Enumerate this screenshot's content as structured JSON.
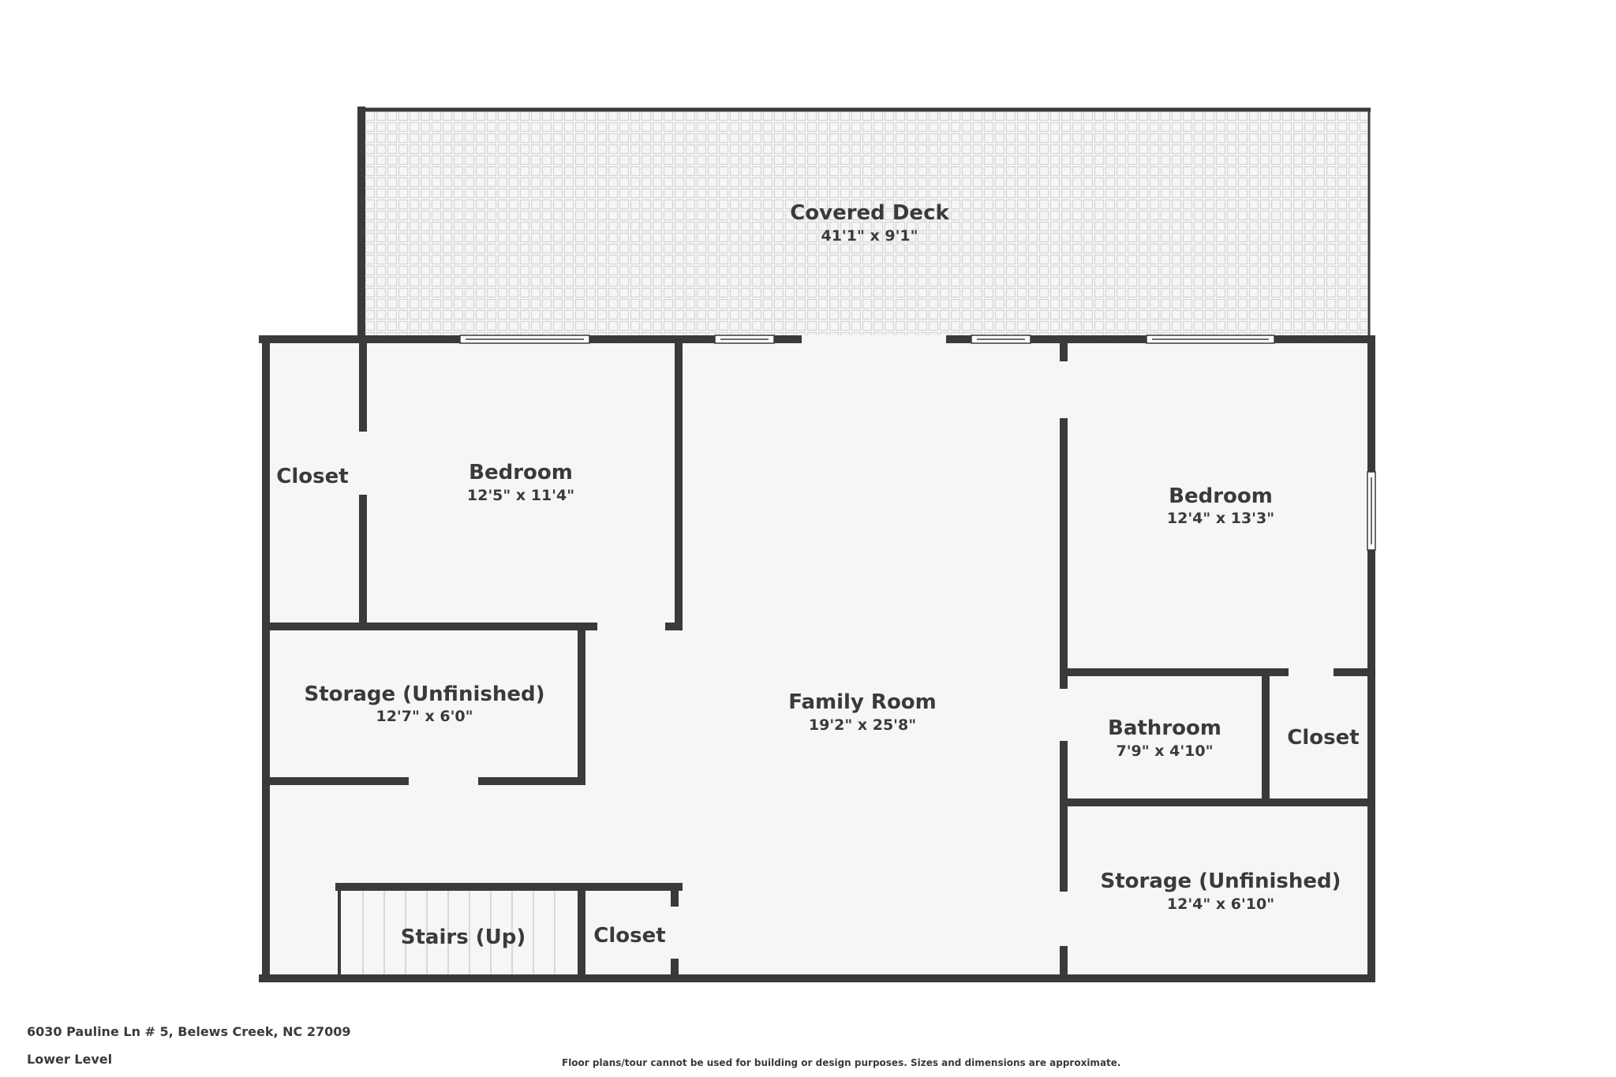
{
  "rooms": {
    "covered_deck": {
      "name": "Covered Deck",
      "dims": "41'1\" x 9'1\""
    },
    "closet_left": {
      "name": "Closet"
    },
    "bedroom_left": {
      "name": "Bedroom",
      "dims": "12'5\" x 11'4\""
    },
    "bedroom_right": {
      "name": "Bedroom",
      "dims": "12'4\" x 13'3\""
    },
    "storage_left": {
      "name": "Storage (Unfinished)",
      "dims": "12'7\" x 6'0\""
    },
    "family_room": {
      "name": "Family Room",
      "dims": "19'2\" x 25'8\""
    },
    "bathroom": {
      "name": "Bathroom",
      "dims": "7'9\" x 4'10\""
    },
    "closet_right": {
      "name": "Closet"
    },
    "storage_right": {
      "name": "Storage (Unfinished)",
      "dims": "12'4\" x 6'10\""
    },
    "stairs": {
      "name": "Stairs (Up)"
    },
    "closet_stairs": {
      "name": "Closet"
    }
  },
  "footer": {
    "address": "6030 Pauline Ln # 5, Belews Creek, NC 27009",
    "level": "Lower Level",
    "disclaimer": "Floor plans/tour cannot be used for building or design purposes. Sizes and dimensions are approximate."
  },
  "colors": {
    "wall": "#3a3a3a",
    "floor": "#f6f6f6",
    "deck_tile": "#d9d9d9",
    "text": "#3a3a3a"
  }
}
